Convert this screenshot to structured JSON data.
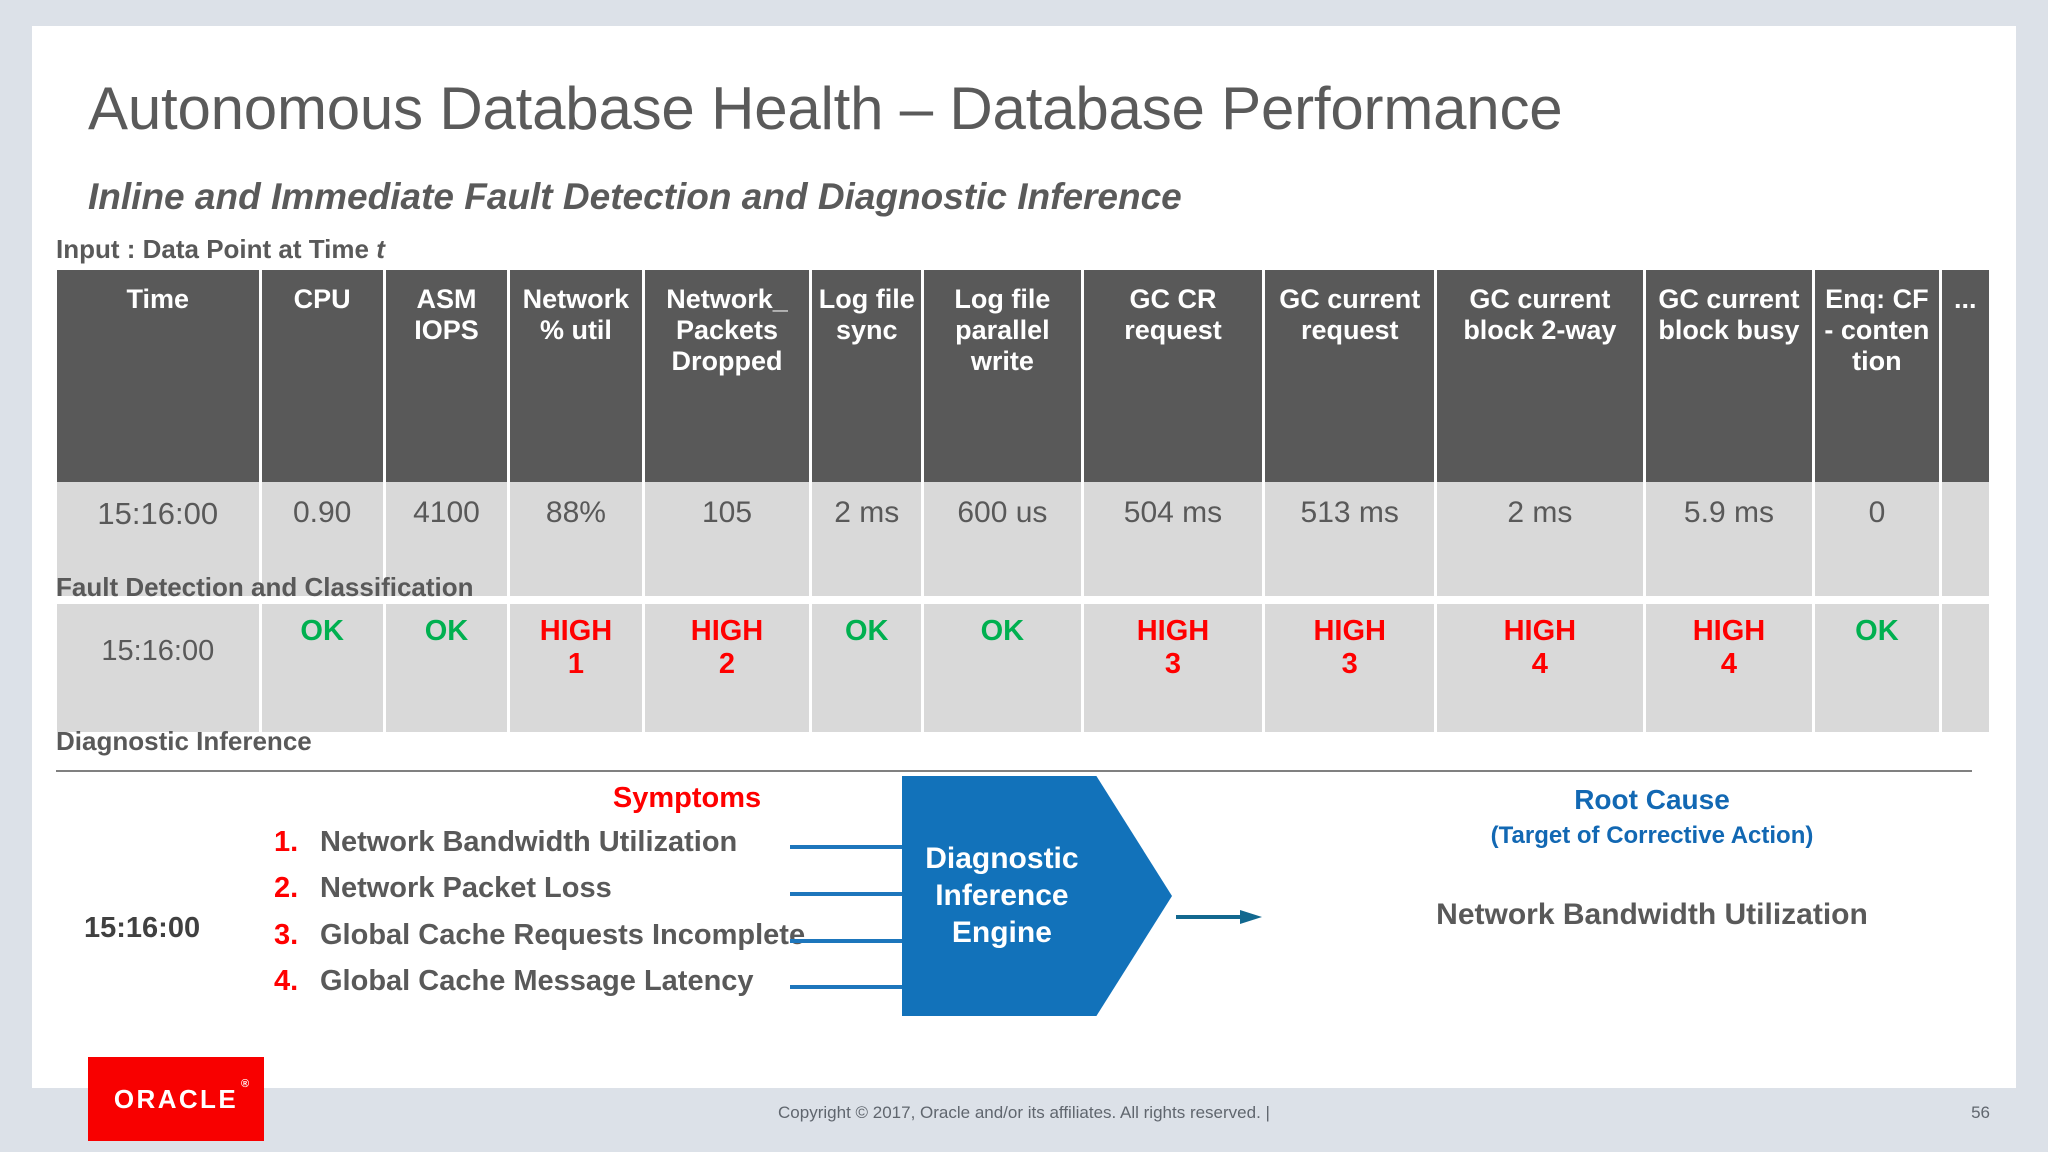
{
  "slide": {
    "title": "Autonomous Database Health – Database Performance",
    "subtitle": "Inline and Immediate Fault Detection and Diagnostic Inference"
  },
  "input_section": {
    "caption_prefix": "Input : Data Point at Time ",
    "caption_italic": "t",
    "headers": [
      "Time",
      "CPU",
      "ASM IOPS",
      "Network % util",
      "Network_ Packets Dropped",
      "Log file sync",
      "Log file parallel write",
      "GC  CR request",
      "GC current request",
      "GC current block 2-way",
      "GC current block busy",
      "Enq: CF - conten tion",
      "..."
    ],
    "row": [
      "15:16:00",
      "0.90",
      "4100",
      "88%",
      "105",
      "2 ms",
      "600 us",
      "504 ms",
      "513 ms",
      "2 ms",
      "5.9 ms",
      "0",
      ""
    ]
  },
  "fault_section": {
    "caption": "Fault Detection and Classification",
    "time": "15:16:00",
    "cells": [
      {
        "status": "OK",
        "rank": ""
      },
      {
        "status": "OK",
        "rank": ""
      },
      {
        "status": "HIGH",
        "rank": "1"
      },
      {
        "status": "HIGH",
        "rank": "2"
      },
      {
        "status": "OK",
        "rank": ""
      },
      {
        "status": "OK",
        "rank": ""
      },
      {
        "status": "HIGH",
        "rank": "3"
      },
      {
        "status": "HIGH",
        "rank": "3"
      },
      {
        "status": "HIGH",
        "rank": "4"
      },
      {
        "status": "HIGH",
        "rank": "4"
      },
      {
        "status": "OK",
        "rank": ""
      },
      {
        "status": "",
        "rank": ""
      }
    ]
  },
  "diagnostic_section": {
    "caption": "Diagnostic Inference",
    "time": "15:16:00",
    "symptoms_label": "Symptoms",
    "symptoms": [
      {
        "num": "1.",
        "text": "Network Bandwidth Utilization"
      },
      {
        "num": "2.",
        "text": "Network Packet Loss"
      },
      {
        "num": "3.",
        "text": "Global Cache Requests Incomplete"
      },
      {
        "num": "4.",
        "text": "Global  Cache Message Latency"
      }
    ],
    "engine_label": "Diagnostic Inference Engine",
    "root_cause_title": "Root Cause",
    "root_cause_subtitle": "(Target of Corrective Action)",
    "root_cause_value": "Network Bandwidth Utilization"
  },
  "footer": {
    "logo_text": "ORACLE",
    "logo_reg": "®",
    "copyright": "Copyright © 2017, Oracle and/or its affiliates. All rights reserved.  |",
    "page_number": "56"
  },
  "colors": {
    "header_bg": "#595959",
    "cell_bg": "#d9d9d9",
    "ok": "#00b050",
    "high": "#ff0000",
    "accent_blue": "#1268b3",
    "engine_blue": "#1272ba",
    "oracle_red": "#f80000",
    "slide_border": "#dce1e8"
  }
}
